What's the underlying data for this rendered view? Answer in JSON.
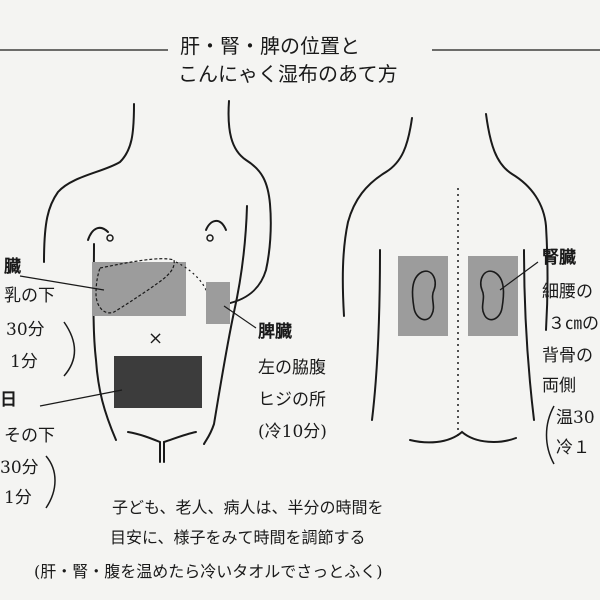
{
  "title": {
    "line1": "肝・腎・脾の位置と",
    "line2": "こんにゃく湿布のあて方"
  },
  "front": {
    "liver": {
      "name": "臓",
      "position": "乳の下",
      "time_warm": "30分",
      "time_cold": "1分"
    },
    "spleen": {
      "name": "脾臓",
      "position_line1": "左の脇腹",
      "position_line2": "ヒジの所",
      "time": "(冷10分)"
    },
    "navel_mark": "×",
    "abdomen": {
      "name": "日",
      "position": "その下",
      "time_warm": "30分",
      "time_cold": "1分"
    }
  },
  "back": {
    "kidney": {
      "name": "腎臓",
      "line1": "細腰の",
      "line2": "３㎝の",
      "line3": "背骨の",
      "line4": "両側",
      "line5": "温30",
      "line6": "冷１"
    }
  },
  "footer": {
    "line1": "子ども、老人、病人は、半分の時間を",
    "line2": "目安に、様子をみて時間を調節する",
    "line3": "(肝・腎・腹を温めたら冷いタオルでさっとふく)"
  },
  "colors": {
    "ink": "#1a1a1a",
    "paper": "#f4f4f2",
    "compress_light": "#9c9c9c",
    "compress_dark": "#3c3c3c"
  }
}
